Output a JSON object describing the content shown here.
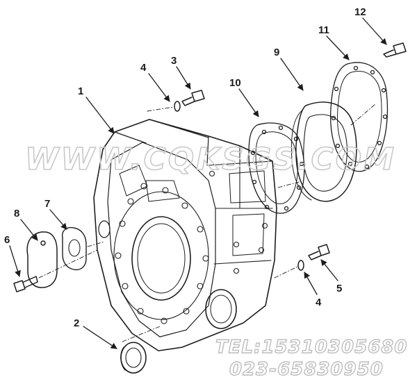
{
  "callouts": {
    "c1": "1",
    "c2": "2",
    "c3": "3",
    "c4a": "4",
    "c4b": "4",
    "c5": "5",
    "c6": "6",
    "c7": "7",
    "c8": "8",
    "c9": "9",
    "c10": "10",
    "c11": "11",
    "c12": "12"
  },
  "watermark": {
    "site": "WWW.CQKSGS.COM",
    "tel": "TEL:15310305680",
    "phone": "023-65830950"
  },
  "colors": {
    "ink": "#1c1c1c",
    "watermark": "#c9c9c9"
  }
}
